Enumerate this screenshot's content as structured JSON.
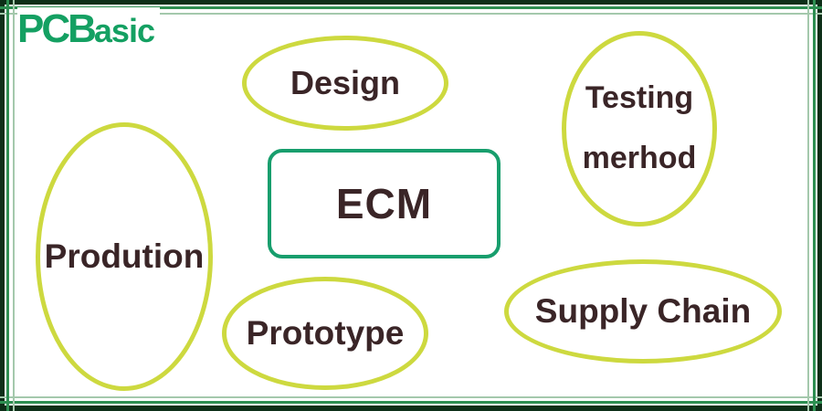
{
  "page": {
    "background": "#ffffff"
  },
  "colors": {
    "frame_dark": "#0d2f18",
    "frame_outer_line": "#2e8f52",
    "frame_inner_line": "#a4c8ac",
    "ellipse_stroke": "#cdd93f",
    "ecm_border": "#189e6d",
    "text": "#3a2527",
    "logo_green": "#14a062"
  },
  "logo": {
    "text": "PCBasic",
    "primary": "PCB",
    "secondary": "asic"
  },
  "diagram": {
    "center_box": {
      "label": "ECM"
    },
    "nodes": [
      {
        "id": "design",
        "label": "Design"
      },
      {
        "id": "testing-method",
        "label": "Testing",
        "label2": "merhod"
      },
      {
        "id": "production",
        "label": "Prodution"
      },
      {
        "id": "prototype",
        "label": "Prototype"
      },
      {
        "id": "supply-chain",
        "label": "Supply Chain"
      }
    ]
  }
}
